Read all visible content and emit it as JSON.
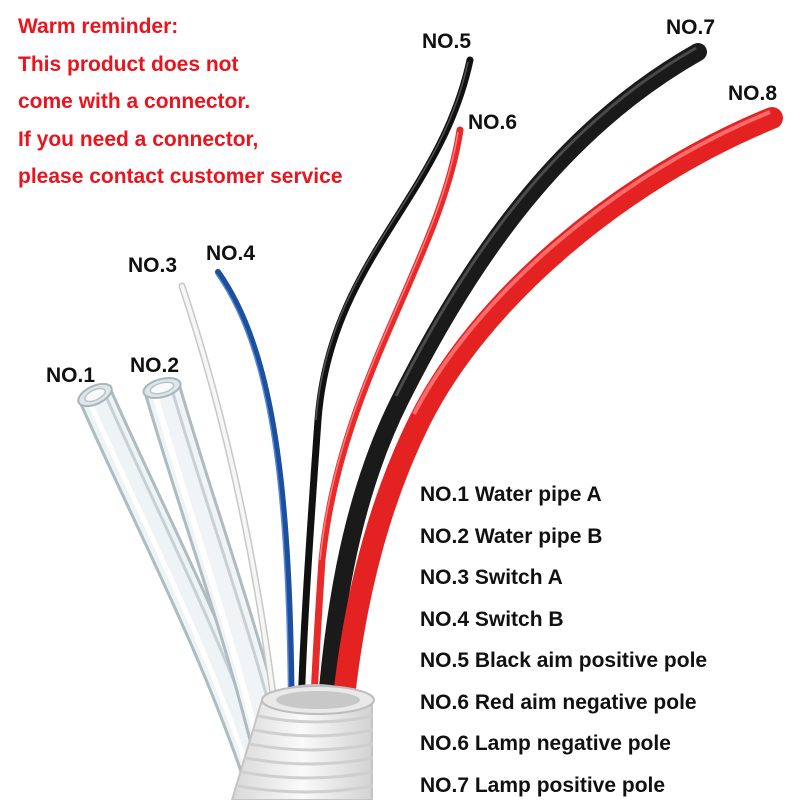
{
  "reminder": {
    "lines": [
      "Warm reminder:",
      "This product does not",
      "come with a connector.",
      "If you need a connector,",
      "please contact customer service"
    ]
  },
  "wire_labels": [
    "NO.1",
    "NO.2",
    "NO.3",
    "NO.4",
    "NO.5",
    "NO.6",
    "NO.7",
    "NO.8"
  ],
  "legend": [
    "NO.1 Water pipe A",
    "NO.2 Water pipe B",
    "NO.3 Switch A",
    "NO.4 Switch B",
    "NO.5 Black aim positive pole",
    "NO.6 Red aim negative pole",
    "NO.6 Lamp negative pole",
    "NO.7 Lamp positive pole"
  ],
  "colors": {
    "reminder_text": "#e8141e",
    "label_text": "#111111",
    "wire_red": "#ee2a2a",
    "wire_black": "#1b1b1b",
    "wire_blue": "#2a63c4",
    "wire_white": "#f2f2f2",
    "tube_clear": "#e3ecef",
    "conduit": "#f4f4f4"
  }
}
